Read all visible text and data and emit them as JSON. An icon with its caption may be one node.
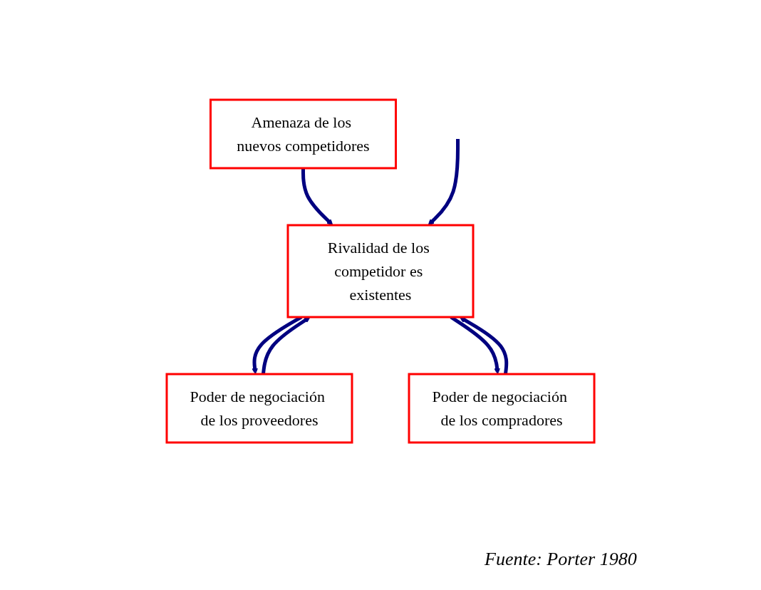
{
  "diagram": {
    "caption": "Fuente: Porter 1980",
    "nodes": [
      {
        "text": [
          "Amenaza de los nuevos competidores"
        ]
      },
      {
        "text": [
          "Poder de negociación de los proveedores"
        ]
      },
      {
        "text": [
          "Rivalidad de los competidor es existentes"
        ]
      },
      {
        "text": [
          "Poder de negociación de los compradores"
        ]
      }
    ],
    "edges": [
      {
        "from": 0,
        "to": 2,
        "arrow": "to"
      },
      {
        "from": 2,
        "to": 1,
        "arrow": "to"
      },
      {
        "from": 1,
        "to": 2,
        "arrow": "to"
      },
      {
        "from": 3,
        "to": 2,
        "arrow": "to"
      },
      {
        "from": 2,
        "to": 3,
        "arrow": "to"
      },
      {
        "from": null,
        "to": 2,
        "arrow": "to"
      }
    ]
  }
}
